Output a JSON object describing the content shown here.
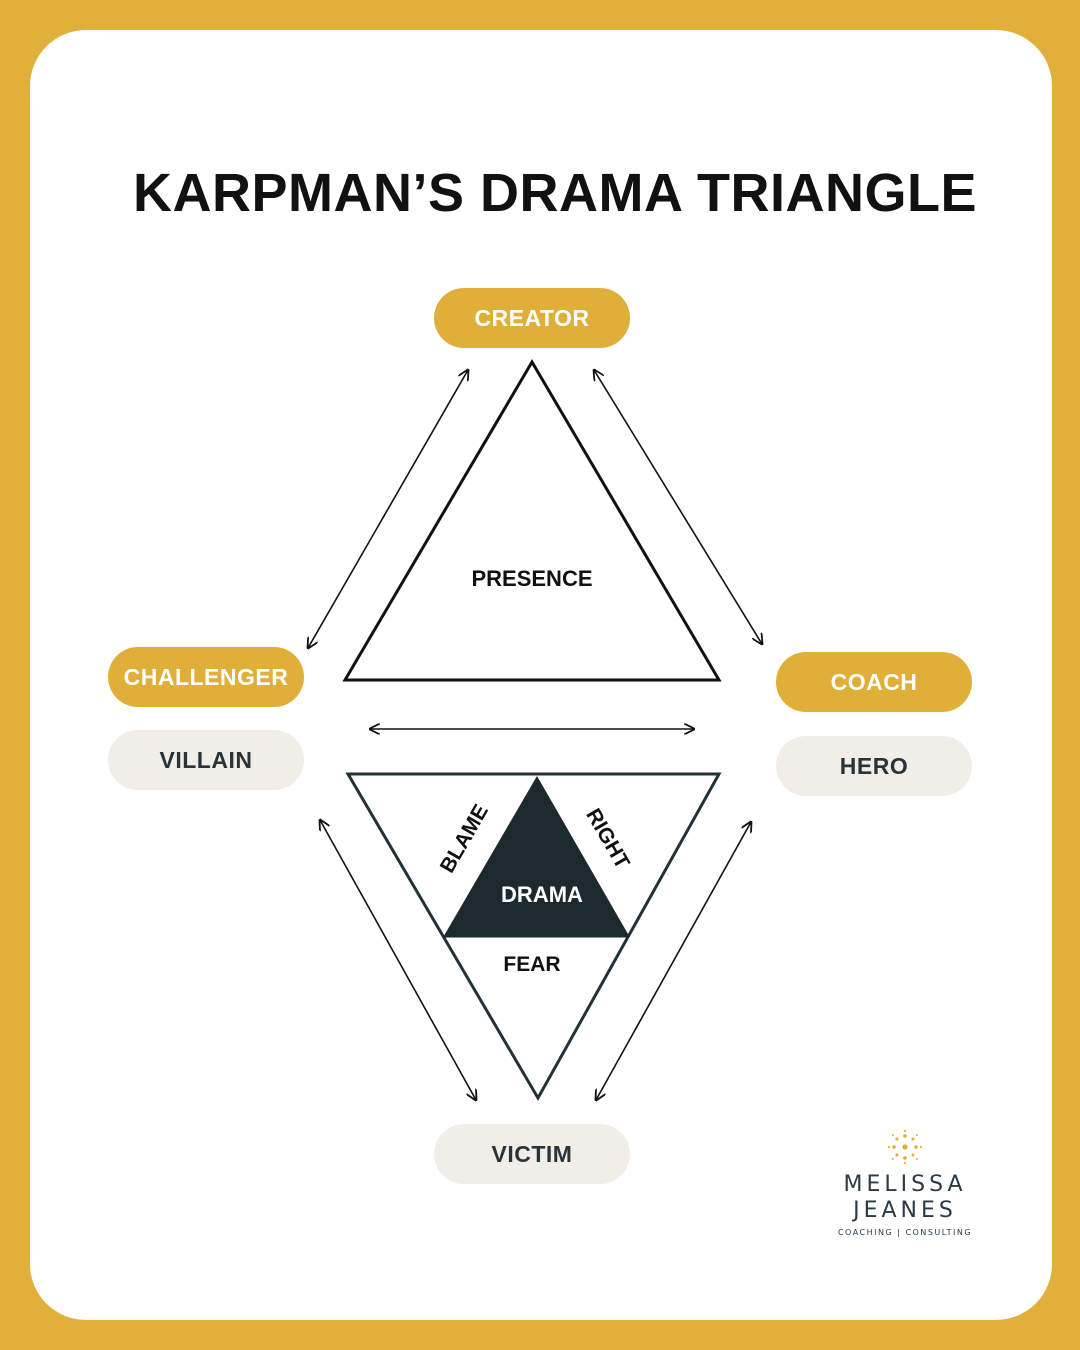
{
  "title": "KARPMAN’S DRAMA TRIANGLE",
  "roles": {
    "creator": "CREATOR",
    "challenger": "CHALLENGER",
    "coach": "COACH",
    "villain": "VILLAIN",
    "hero": "HERO",
    "victim": "VICTIM"
  },
  "triangle_labels": {
    "presence": "PRESENCE",
    "drama": "DRAMA",
    "blame": "BLAME",
    "right": "RIGHT",
    "fear": "FEAR"
  },
  "logo": {
    "line1": "MELISSA",
    "line2": "JEANES",
    "tagline": "COACHING | CONSULTING"
  },
  "colors": {
    "border_gold": "#e0b03a",
    "pill_gold": "#dfaf3a",
    "pill_light": "#f1eee8",
    "drama_dark": "#1c2a30",
    "text_dark": "#111111"
  }
}
